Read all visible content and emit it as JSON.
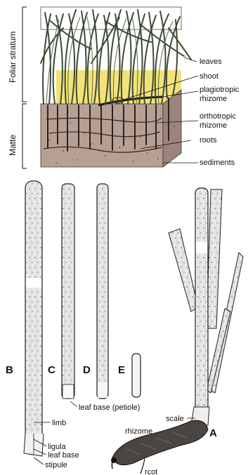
{
  "top": {
    "labels": {
      "leaves": "leaves",
      "shoot": "shoot",
      "plagiotropic": "plagiotropic",
      "rhizome1": "rhizome",
      "orthotropic": "orthotropic",
      "rhizome2": "rhizome",
      "roots": "roots",
      "sediments": "sediments"
    },
    "side": {
      "folar": "Foliar stratum",
      "matte": "Matte"
    }
  },
  "bottom": {
    "letters": {
      "A": "A",
      "B": "B",
      "C": "C",
      "D": "D",
      "E": "E"
    },
    "labels": {
      "limb": "limb",
      "ligula": "ligula",
      "leaf_base": "leaf base",
      "stipule": "stipule",
      "leaf_base_petiole": "leaf base (petiole)",
      "scale": "scale",
      "rhizome": "rhizome",
      "root": "rcot"
    }
  },
  "colors": {
    "leaf": "#3d4a34",
    "yellow": "#f3e27a",
    "sediment": "#b89f94",
    "ink": "#111111"
  }
}
